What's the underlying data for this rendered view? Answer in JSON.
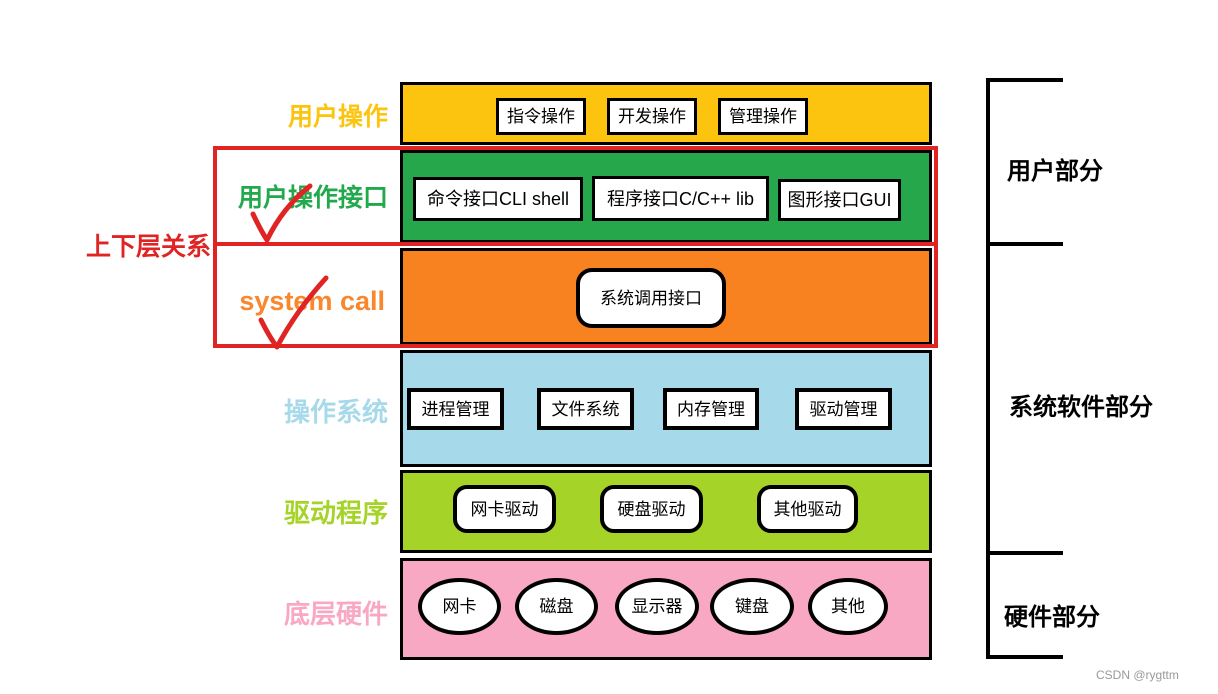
{
  "annotation": {
    "label": "上下层关系",
    "color": "#e02424"
  },
  "layers": [
    {
      "name": "用户操作",
      "band_color": "#fdc40f",
      "label_color": "#fdc40f",
      "item_shape": "rect",
      "items": [
        "指令操作",
        "开发操作",
        "管理操作"
      ]
    },
    {
      "name": "用户操作接口",
      "band_color": "#27a74c",
      "label_color": "#22a84d",
      "item_shape": "rect",
      "items": [
        "命令接口CLI shell",
        "程序接口C/C++ lib",
        "图形接口GUI"
      ]
    },
    {
      "name": "system call",
      "band_color": "#f8821f",
      "label_color": "#f8872e",
      "item_shape": "rounded-rect",
      "items": [
        "系统调用接口"
      ]
    },
    {
      "name": "操作系统",
      "band_color": "#a6d9e9",
      "label_color": "#a6d9e9",
      "item_shape": "rect",
      "items": [
        "进程管理",
        "文件系统",
        "内存管理",
        "驱动管理"
      ]
    },
    {
      "name": "驱动程序",
      "band_color": "#a5d327",
      "label_color": "#a5d327",
      "item_shape": "rounded-rect",
      "items": [
        "网卡驱动",
        "硬盘驱动",
        "其他驱动"
      ]
    },
    {
      "name": "底层硬件",
      "band_color": "#f9a8c3",
      "label_color": "#f9a8c3",
      "item_shape": "ellipse",
      "items": [
        "网卡",
        "磁盘",
        "显示器",
        "键盘",
        "其他"
      ]
    }
  ],
  "sections": [
    {
      "label": "用户部分"
    },
    {
      "label": "系统软件部分"
    },
    {
      "label": "硬件部分"
    }
  ],
  "watermark": "CSDN @rygttm"
}
